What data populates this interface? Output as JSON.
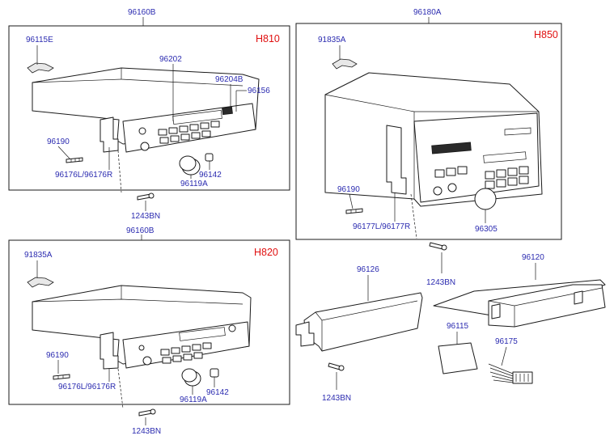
{
  "colors": {
    "callout_text": "#2b2bb0",
    "model_label": "#e01010",
    "line": "#1a1a1a"
  },
  "panels": {
    "h810": {
      "model": "H810",
      "assembly": "96160B",
      "parts": {
        "bracket": "96115E",
        "cassette": "96202",
        "knob_small": "96204B",
        "mech": "96156",
        "screw": "96190",
        "side_bracket": "96176L/96176R",
        "knob_cap": "96142",
        "knob": "96119A"
      }
    },
    "h850": {
      "model": "H850",
      "assembly": "96180A",
      "parts": {
        "bracket": "91835A",
        "screw": "96190",
        "side_bracket": "96177L/96177R",
        "knob": "96305"
      }
    },
    "h820": {
      "model": "H820",
      "assembly": "96160B",
      "parts": {
        "bracket": "91835A",
        "screw": "96190",
        "side_bracket": "96176L/96176R",
        "knob": "96119A",
        "knob_cap": "96142"
      }
    }
  },
  "loose_parts": {
    "bolt_top": "1243BN",
    "bolt_right": "1243BN",
    "bolt_bottom_left": "1243BN",
    "bolt_case": "1243BN",
    "case": "96126",
    "harness_bracket": "96120",
    "pad": "96115",
    "connector": "96175"
  }
}
